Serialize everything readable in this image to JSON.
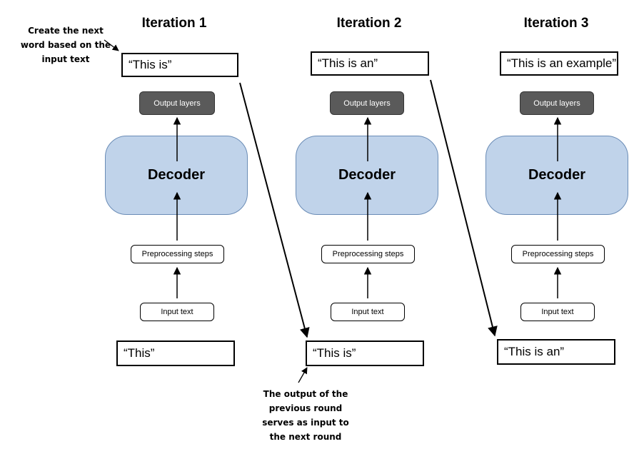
{
  "iterations": [
    {
      "title": "Iteration 1",
      "output_text": "“This is”",
      "output_layers_label": "Output layers",
      "decoder_label": "Decoder",
      "preprocessing_label": "Preprocessing steps",
      "input_label": "Input text",
      "input_text": "“This”"
    },
    {
      "title": "Iteration 2",
      "output_text": "“This is an”",
      "output_layers_label": "Output layers",
      "decoder_label": "Decoder",
      "preprocessing_label": "Preprocessing steps",
      "input_label": "Input text",
      "input_text": "“This is”"
    },
    {
      "title": "Iteration 3",
      "output_text": "“This is an example”",
      "output_layers_label": "Output layers",
      "decoder_label": "Decoder",
      "preprocessing_label": "Preprocessing steps",
      "input_label": "Input text",
      "input_text": "“This is an”"
    }
  ],
  "annotations": {
    "top_note": [
      "Create the next",
      "word based on the",
      "input text"
    ],
    "bottom_note": [
      "The output of the",
      "previous round",
      "serves as input to",
      "the next round"
    ]
  }
}
